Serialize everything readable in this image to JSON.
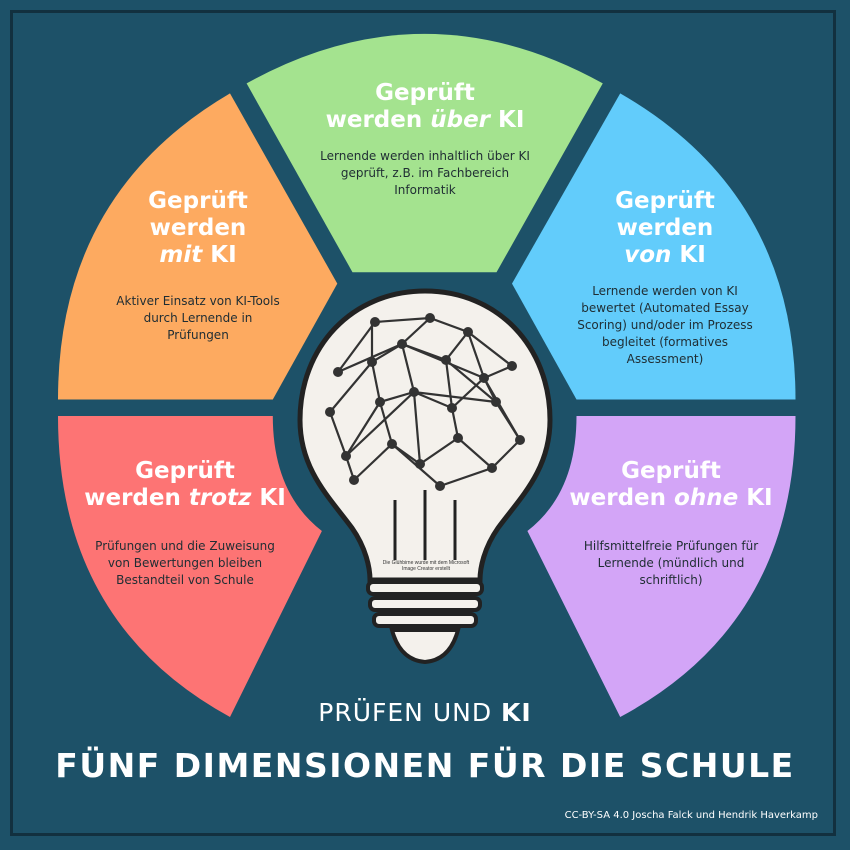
{
  "title": "PRÜFEN UND KI",
  "title_parts": {
    "a": "PRÜFEN UND ",
    "b": "KI"
  },
  "subtitle": "FÜNF DIMENSIONEN FÜR DIE SCHULE",
  "credit": "CC-BY-SA 4.0 Joscha Falck und Hendrik Haverkamp",
  "bulb_note": "Die Glühbirne wurde mit dem Microsoft Image Creator erstellt",
  "colors": {
    "background": "#1d5168",
    "green": "#a4e38f",
    "blue": "#62ccfb",
    "orange": "#fdaa60",
    "red": "#fd7474",
    "purple": "#d3a5f7"
  },
  "segments": {
    "ueber": {
      "title_l1": "Geprüft",
      "title_l2a": "werden ",
      "title_l2b": "über",
      "title_l2c": " KI",
      "desc": "Lernende werden inhaltlich über KI geprüft, z.B. im Fachbereich Informatik"
    },
    "von": {
      "title_l1": "Geprüft",
      "title_l2": "werden",
      "title_l3a": "von",
      "title_l3b": " KI",
      "desc": "Lernende werden von KI bewertet (Automated Essay Scoring) und/oder im Prozess begleitet (formatives Assessment)"
    },
    "mit": {
      "title_l1": "Geprüft",
      "title_l2": "werden",
      "title_l3a": "mit",
      "title_l3b": " KI",
      "desc": "Aktiver Einsatz von KI-Tools durch Lernende in Prüfungen"
    },
    "trotz": {
      "title_l1": "Geprüft",
      "title_l2a": "werden ",
      "title_l2b": "trotz",
      "title_l2c": " KI",
      "desc": "Prüfungen und die Zuweisung von Bewertungen bleiben Bestandteil von Schule"
    },
    "ohne": {
      "title_l1": "Geprüft",
      "title_l2a": "werden ",
      "title_l2b": "ohne",
      "title_l2c": " KI",
      "desc": "Hilfsmittelfreie Prüfungen für Lernende (mündlich und schriftlich)"
    }
  }
}
